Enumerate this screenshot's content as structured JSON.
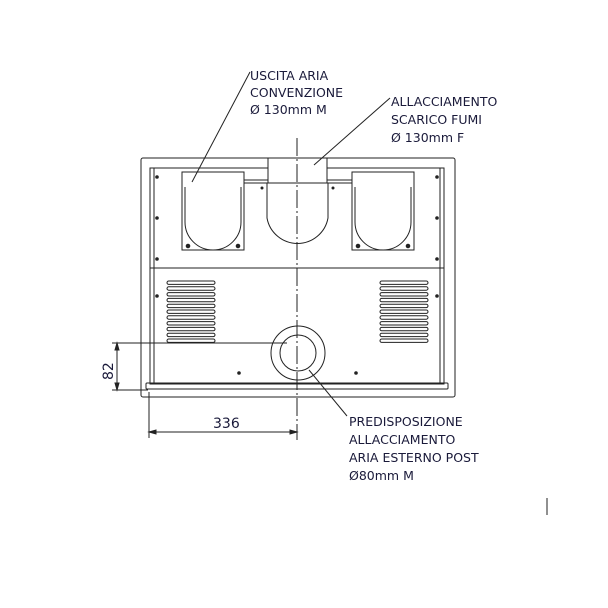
{
  "labels": {
    "uscita": [
      "USCITA ARIA",
      "CONVENZIONE",
      "Ø 130mm M"
    ],
    "allacciamento": [
      "ALLACCIAMENTO",
      "SCARICO FUMI",
      "Ø 130mm F"
    ],
    "predisposizione": [
      "PREDISPOSIZIONE",
      "ALLACCIAMENTO",
      "ARIA ESTERNO POST",
      "Ø80mm M"
    ]
  },
  "dimensions": {
    "height_offset": "82",
    "width_offset": "336"
  },
  "colors": {
    "line": "#222222",
    "text": "#1a1a3a"
  }
}
